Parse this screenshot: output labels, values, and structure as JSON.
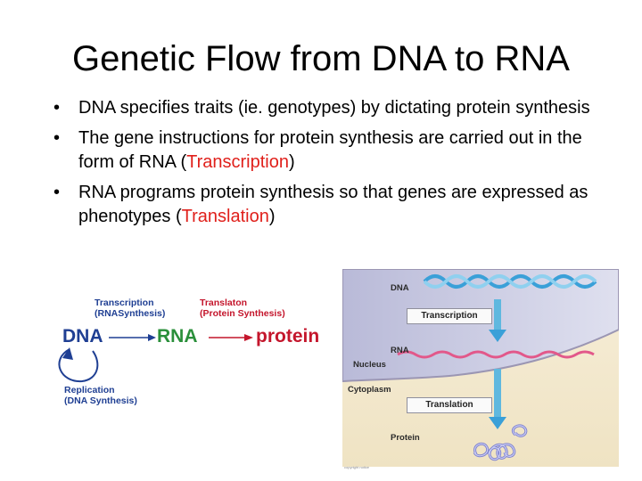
{
  "slide": {
    "title": "Genetic Flow from DNA to RNA",
    "bullets": [
      {
        "bullet": "•",
        "text": "DNA specifies traits (ie. genotypes) by dictating protein synthesis",
        "pre": "",
        "highlight": "",
        "post": ""
      },
      {
        "bullet": "•",
        "pre": "The gene instructions for protein synthesis are carried out in the form of RNA (",
        "highlight": "Transcription",
        "post": ")"
      },
      {
        "bullet": "•",
        "pre": "RNA programs protein synthesis so that genes are expressed as phenotypes (",
        "highlight": "Translation",
        "post": ")"
      }
    ],
    "highlight_color": "#e0201b"
  },
  "left_diagram": {
    "transcription_label": "Transcription",
    "transcription_sub": "(RNASynthesis)",
    "translation_label": "Translaton",
    "translation_sub": "(Protein  Synthesis)",
    "dna": "DNA",
    "rna": "RNA",
    "protein": "protein",
    "replication_label": "Replication",
    "replication_sub": "(DNA Synthesis)",
    "colors": {
      "dna": "#1f3f93",
      "rna": "#2a8f3a",
      "protein": "#c4162c"
    }
  },
  "right_figure": {
    "dna_label": "DNA",
    "transcription_box": "Transcription",
    "rna_label": "RNA",
    "nucleus_label": "Nucleus",
    "cytoplasm_label": "Cytoplasm",
    "translation_box": "Translation",
    "protein_label": "Protein",
    "credit": "copyright notice"
  }
}
